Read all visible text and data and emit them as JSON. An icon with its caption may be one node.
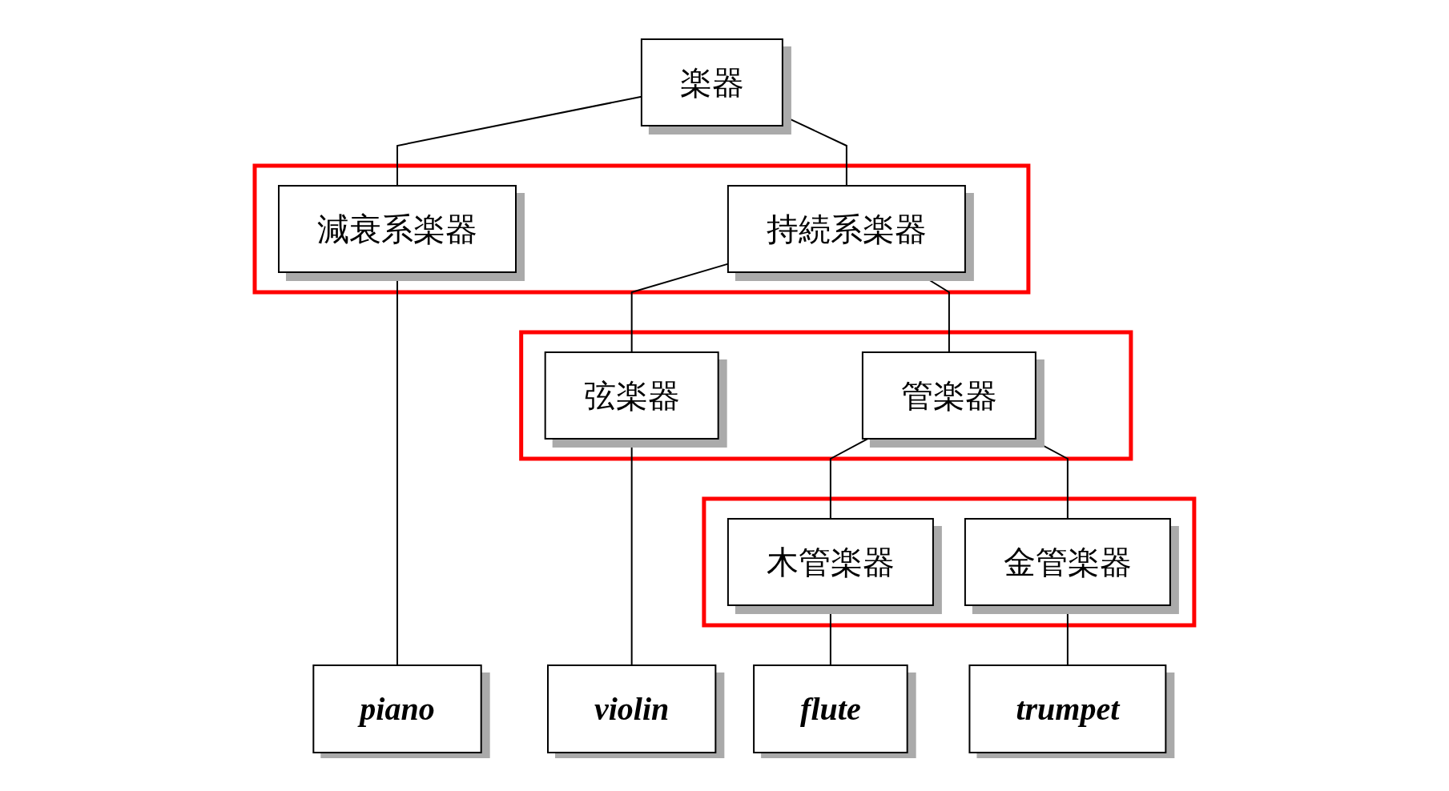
{
  "diagram": {
    "nodes": [
      {
        "text": [
          "楽器"
        ]
      },
      {
        "text": [],
        "shape": "box"
      },
      {
        "text": [
          "減衰系楽器"
        ],
        "in": 1
      },
      {
        "text": [
          "持続系楽器"
        ],
        "in": 1
      },
      {
        "text": [],
        "shape": "box"
      },
      {
        "text": [
          "弦楽器"
        ],
        "in": 4
      },
      {
        "text": [
          "管楽器"
        ],
        "in": 4
      },
      {
        "text": [],
        "shape": "box"
      },
      {
        "text": [
          "木管楽器"
        ],
        "in": 7
      },
      {
        "text": [
          "金管楽器"
        ],
        "in": 7
      },
      {
        "text": [
          "piano"
        ]
      },
      {
        "text": [
          "violin"
        ]
      },
      {
        "text": [
          "flute"
        ]
      },
      {
        "text": [
          "trumpet"
        ]
      }
    ],
    "edges": [
      {
        "from": 0,
        "to": 2,
        "arrow": "none"
      },
      {
        "from": 0,
        "to": 3,
        "arrow": "none"
      },
      {
        "from": 3,
        "to": 5,
        "arrow": "none"
      },
      {
        "from": 3,
        "to": 6,
        "arrow": "none"
      },
      {
        "from": 6,
        "to": 8,
        "arrow": "none"
      },
      {
        "from": 6,
        "to": 9,
        "arrow": "none"
      },
      {
        "from": 2,
        "to": 10,
        "arrow": "none"
      },
      {
        "from": 5,
        "to": 11,
        "arrow": "none"
      },
      {
        "from": 8,
        "to": 12,
        "arrow": "none"
      },
      {
        "from": 9,
        "to": 13,
        "arrow": "none"
      }
    ]
  }
}
